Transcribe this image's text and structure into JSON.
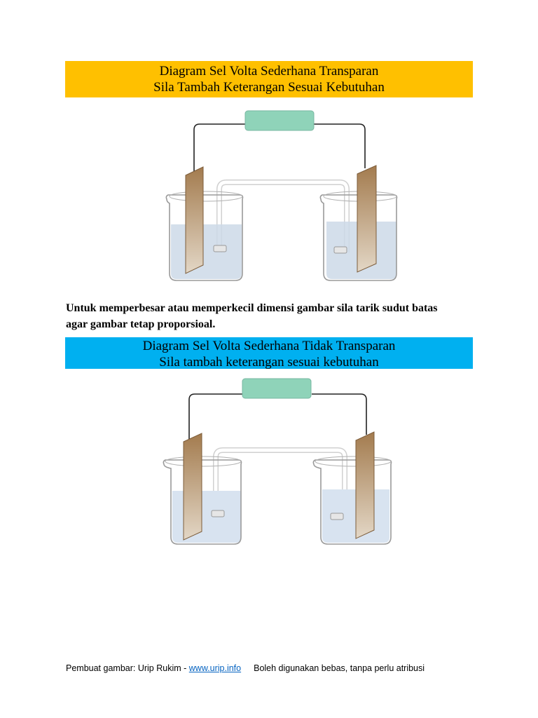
{
  "banner_top": {
    "line1": "Diagram Sel Volta Sederhana Transparan",
    "line2": "Sila Tambah Keterangan Sesuai Kebutuhan",
    "color": "#ffc000"
  },
  "instruction": {
    "line1": "Untuk memperbesar atau memperkecil dimensi gambar sila tarik sudut batas",
    "line2": "agar gambar tetap proporsioal."
  },
  "banner_bottom": {
    "line1": "Diagram Sel Volta Sederhana Tidak Transparan",
    "line2": "Sila tambah keterangan sesuai kebutuhan",
    "color": "#00b0f0"
  },
  "diagram_colors": {
    "meter": "#8fd3b9",
    "electrode": "#b08a5e",
    "solution": "#c9d6e6",
    "glass": "#9a9a9a",
    "wire": "#222222"
  },
  "footer": {
    "credit": "Pembuat gambar: Urip Rukim - ",
    "link": "www.urip.info",
    "note": "Boleh digunakan bebas, tanpa perlu atribusi"
  }
}
